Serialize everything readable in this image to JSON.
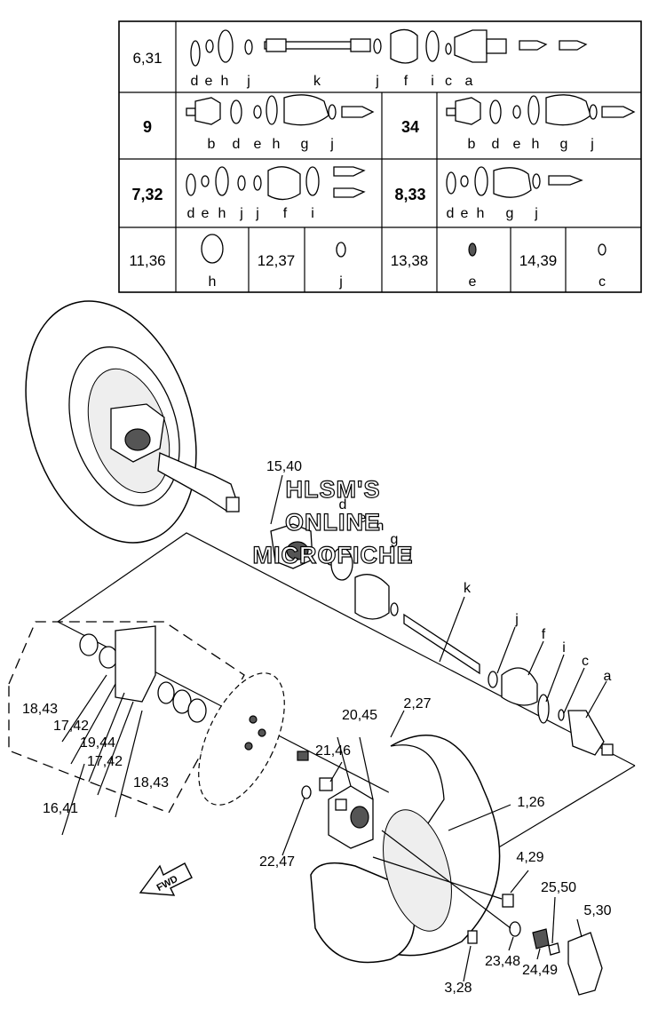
{
  "table": {
    "rows": [
      {
        "cells": [
          {
            "label": "6,31",
            "bold": false,
            "letters": [
              "d",
              "e",
              "h",
              "j",
              "k",
              "j",
              "f",
              "i",
              "c",
              "a"
            ]
          }
        ]
      },
      {
        "cells": [
          {
            "label": "9",
            "bold": true,
            "letters": [
              "b",
              "d",
              "e",
              "h",
              "g",
              "j"
            ]
          },
          {
            "label": "34",
            "bold": true,
            "letters": [
              "b",
              "d",
              "e",
              "h",
              "g",
              "j"
            ]
          }
        ]
      },
      {
        "cells": [
          {
            "label": "7,32",
            "bold": true,
            "letters": [
              "d",
              "e",
              "h",
              "j",
              "j",
              "f",
              "i"
            ]
          },
          {
            "label": "8,33",
            "bold": true,
            "letters": [
              "d",
              "e",
              "h",
              "g",
              "j"
            ]
          }
        ]
      },
      {
        "cells": [
          {
            "label": "11,36",
            "bold": false,
            "letters": [
              "h"
            ]
          },
          {
            "label": "12,37",
            "bold": false,
            "letters": [
              "j"
            ]
          },
          {
            "label": "13,38",
            "bold": false,
            "letters": [
              "e"
            ]
          },
          {
            "label": "14,39",
            "bold": false,
            "letters": [
              "c"
            ]
          }
        ]
      }
    ]
  },
  "watermark": {
    "line1": "HLSM'S",
    "line2": "ONLINE",
    "line3": "MICROFICHE"
  },
  "fwd_label": "FWD",
  "callouts": {
    "c15_40": "15,40",
    "d": "d",
    "e": "e",
    "h": "h",
    "g": "g",
    "j_inner": "j",
    "k": "k",
    "j_outer": "j",
    "f": "f",
    "i": "i",
    "c": "c",
    "a": "a",
    "c2_27": "2,27",
    "c20_45": "20,45",
    "c21_46": "21,46",
    "c1_26": "1,26",
    "c22_47": "22,47",
    "c4_29": "4,29",
    "c25_50": "25,50",
    "c5_30": "5,30",
    "c23_48": "23,48",
    "c24_49": "24,49",
    "c3_28": "3,28",
    "c18_43a": "18,43",
    "c17_42a": "17,42",
    "c19_44": "19,44",
    "c17_42b": "17,42",
    "c18_43b": "18,43",
    "c16_41": "16,41"
  }
}
